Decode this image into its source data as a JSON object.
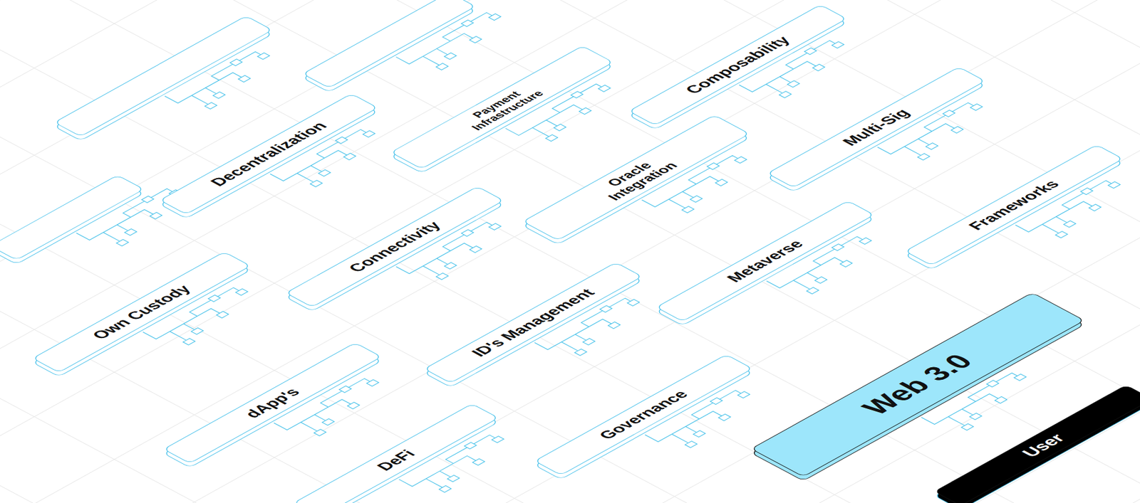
{
  "diagram": {
    "nodes": [
      {
        "text": [
          "Composability"
        ]
      },
      {
        "text": [
          "Payment Infrastructure"
        ]
      },
      {
        "text": [
          "Decentralization"
        ]
      },
      {
        "text": [
          "Multi-Sig"
        ]
      },
      {
        "text": [
          "Oracle Integration"
        ]
      },
      {
        "text": [
          "Frameworks"
        ]
      },
      {
        "text": [
          "Connectivity"
        ]
      },
      {
        "text": [
          "Metaverse"
        ]
      },
      {
        "text": [
          "Own Custody"
        ]
      },
      {
        "text": [
          "ID's Management"
        ]
      },
      {
        "text": [
          "Web 3.0"
        ]
      },
      {
        "text": [
          "dApp's"
        ]
      },
      {
        "text": [
          "Governance"
        ]
      },
      {
        "text": [
          "User"
        ]
      },
      {
        "text": [
          "DeFi"
        ]
      }
    ],
    "edges": []
  }
}
